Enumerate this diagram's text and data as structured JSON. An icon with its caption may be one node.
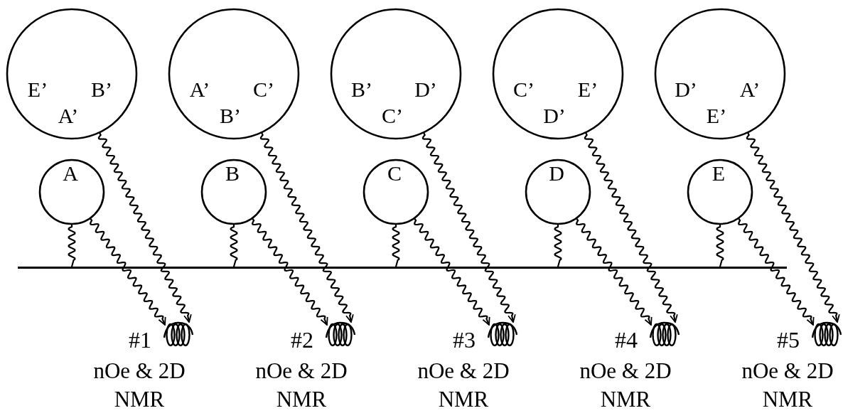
{
  "diagram": {
    "nodes": [
      {
        "text": [
          "E’",
          "B’",
          "A’"
        ]
      },
      {
        "text": [
          "A"
        ]
      },
      {
        "text": [],
        "shape": "coil",
        "beside": [
          "#1",
          "nOe & 2D NMR"
        ]
      },
      {
        "text": [
          "A’",
          "C’",
          "B’"
        ]
      },
      {
        "text": [
          "B"
        ]
      },
      {
        "text": [],
        "shape": "coil",
        "beside": [
          "#2",
          "nOe & 2D NMR"
        ]
      },
      {
        "text": [
          "B’",
          "D’",
          "C’"
        ]
      },
      {
        "text": [
          "C"
        ]
      },
      {
        "text": [],
        "shape": "coil",
        "beside": [
          "#3",
          "nOe & 2D NMR"
        ]
      },
      {
        "text": [
          "C’",
          "E’",
          "D’"
        ]
      },
      {
        "text": [
          "D"
        ]
      },
      {
        "text": [],
        "shape": "coil",
        "beside": [
          "#4",
          "nOe & 2D NMR"
        ]
      },
      {
        "text": [
          "D’",
          "A’",
          "E’"
        ]
      },
      {
        "text": [
          "E"
        ]
      },
      {
        "text": [],
        "shape": "coil",
        "beside": [
          "#5",
          "nOe & 2D NMR"
        ]
      },
      {
        "text": [],
        "shape": "bar"
      }
    ],
    "edges": [
      {
        "from": 1,
        "to": 15,
        "arrow": "none"
      },
      {
        "from": 0,
        "to": 2,
        "arrow": "to"
      },
      {
        "from": 1,
        "to": 2,
        "arrow": "to"
      },
      {
        "from": 4,
        "to": 15,
        "arrow": "none"
      },
      {
        "from": 3,
        "to": 5,
        "arrow": "to"
      },
      {
        "from": 4,
        "to": 5,
        "arrow": "to"
      },
      {
        "from": 7,
        "to": 15,
        "arrow": "none"
      },
      {
        "from": 6,
        "to": 8,
        "arrow": "to"
      },
      {
        "from": 7,
        "to": 8,
        "arrow": "to"
      },
      {
        "from": 10,
        "to": 15,
        "arrow": "none"
      },
      {
        "from": 9,
        "to": 11,
        "arrow": "to"
      },
      {
        "from": 10,
        "to": 11,
        "arrow": "to"
      },
      {
        "from": 13,
        "to": 15,
        "arrow": "none"
      },
      {
        "from": 12,
        "to": 14,
        "arrow": "to"
      },
      {
        "from": 13,
        "to": 14,
        "arrow": "to"
      }
    ]
  }
}
